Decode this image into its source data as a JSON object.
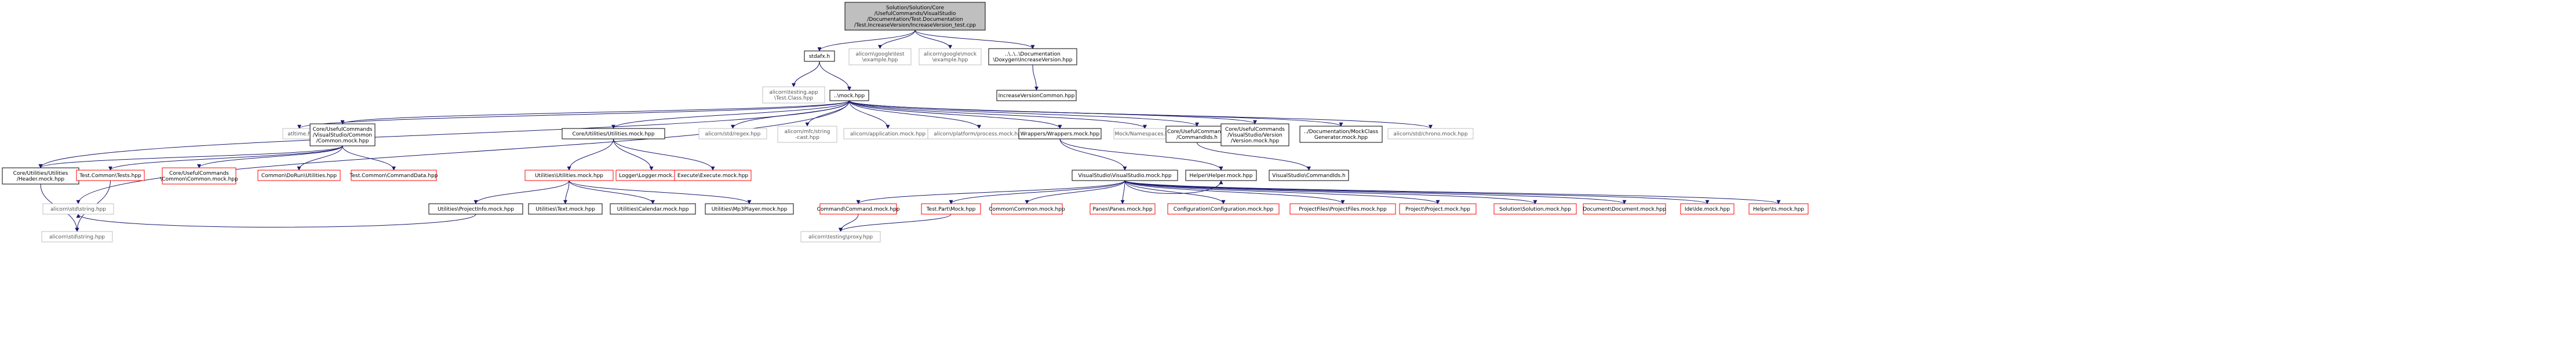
{
  "diagram": {
    "nodes": [
      {
        "id": "root",
        "lines": [
          "Solution/Solution/Core",
          "/UsefulCommands/VisualStudio",
          "/Documentation/Test.Documentation",
          "/Test.IncreaseVersion/IncreaseVersion_test.cpp"
        ],
        "style": "root"
      },
      {
        "id": "stdafx",
        "lines": [
          "stdafx.h"
        ],
        "style": "normal"
      },
      {
        "id": "gtest_example",
        "lines": [
          "alicorn\\google\\test",
          "\\example.hpp"
        ],
        "style": "external"
      },
      {
        "id": "gmock_example",
        "lines": [
          "alicorn\\google\\mock",
          "\\example.hpp"
        ],
        "style": "external"
      },
      {
        "id": "doxygen_incver",
        "lines": [
          "..\\..\\..\\Documentation",
          "\\Doxygen\\IncreaseVersion.hpp"
        ],
        "style": "normal"
      },
      {
        "id": "testing_app",
        "lines": [
          "alicorn\\testing.app",
          "\\Test.Class.hpp"
        ],
        "style": "external"
      },
      {
        "id": "mock_hpp",
        "lines": [
          "..\\mock.hpp"
        ],
        "style": "normal"
      },
      {
        "id": "incver_common",
        "lines": [
          "IncreaseVersionCommon.hpp"
        ],
        "style": "normal"
      },
      {
        "id": "atltime",
        "lines": [
          "atltime.h"
        ],
        "style": "external"
      },
      {
        "id": "common_mock",
        "lines": [
          "Core/UsefulCommands",
          "/VisualStudio/Common",
          "/Common.mock.hpp"
        ],
        "style": "normal"
      },
      {
        "id": "utilities_mock",
        "lines": [
          "Core/Utilities/Utilities.mock.hpp"
        ],
        "style": "normal"
      },
      {
        "id": "std_regex",
        "lines": [
          "alicorn/std/regex.hpp"
        ],
        "style": "external"
      },
      {
        "id": "mfc_string",
        "lines": [
          "alicorn/mfc/string",
          "-cast.hpp"
        ],
        "style": "external"
      },
      {
        "id": "application_mock",
        "lines": [
          "alicorn/application.mock.hpp"
        ],
        "style": "external"
      },
      {
        "id": "platform_process",
        "lines": [
          "alicorn/platform/process.mock.hpp"
        ],
        "style": "external"
      },
      {
        "id": "wrappers_mock",
        "lines": [
          "Wrappers/Wrappers.mock.hpp"
        ],
        "style": "normal"
      },
      {
        "id": "mock_namespaces",
        "lines": [
          "Mock/Namespaces.hpp"
        ],
        "style": "external"
      },
      {
        "id": "commandids",
        "lines": [
          "Core/UsefulCommands",
          "/CommandIds.h"
        ],
        "style": "normal"
      },
      {
        "id": "version_mock",
        "lines": [
          "Core/UsefulCommands",
          "/VisualStudio/Version",
          "/Version.mock.hpp"
        ],
        "style": "normal"
      },
      {
        "id": "mockclass_gen",
        "lines": [
          "../Documentation/MockClass",
          "Generator.mock.hpp"
        ],
        "style": "normal"
      },
      {
        "id": "std_chrono",
        "lines": [
          "alicorn/std/chrono.mock.hpp"
        ],
        "style": "external"
      },
      {
        "id": "header_mock",
        "lines": [
          "Core/Utilities/Utilities",
          "/Header.mock.hpp"
        ],
        "style": "normal"
      },
      {
        "id": "test_common_tests",
        "lines": [
          "Test.Common\\Tests.hpp"
        ],
        "style": "missing"
      },
      {
        "id": "common_common_mock",
        "lines": [
          "Core/UsefulCommands",
          "\\Common\\Common.mock.hpp"
        ],
        "style": "missing"
      },
      {
        "id": "dorun_utilities",
        "lines": [
          "Common\\DoRun\\Utilities.hpp"
        ],
        "style": "missing"
      },
      {
        "id": "test_common_cmddata",
        "lines": [
          "Test.Common\\CommandData.hpp"
        ],
        "style": "missing"
      },
      {
        "id": "utilities_utilities_mock",
        "lines": [
          "Utilities\\Utilities.mock.hpp"
        ],
        "style": "missing"
      },
      {
        "id": "logger_mock",
        "lines": [
          "Logger\\Logger.mock.hpp"
        ],
        "style": "missing"
      },
      {
        "id": "execute_mock",
        "lines": [
          "Execute\\Execute.mock.hpp"
        ],
        "style": "missing"
      },
      {
        "id": "visualstudio_mock",
        "lines": [
          "VisualStudio\\VisualStudio.mock.hpp"
        ],
        "style": "normal"
      },
      {
        "id": "helper_mock",
        "lines": [
          "Helper\\Helper.mock.hpp"
        ],
        "style": "normal"
      },
      {
        "id": "vs_commandids",
        "lines": [
          "VisualStudio\\CommandIds.h"
        ],
        "style": "normal"
      },
      {
        "id": "std_string",
        "lines": [
          "alicorn\\std\\string.hpp"
        ],
        "style": "external"
      },
      {
        "id": "projectinfo_mock",
        "lines": [
          "Utilities\\ProjectInfo.mock.hpp"
        ],
        "style": "normal"
      },
      {
        "id": "text_mock",
        "lines": [
          "Utilities\\Text.mock.hpp"
        ],
        "style": "normal"
      },
      {
        "id": "calendar_mock",
        "lines": [
          "Utilities\\Calendar.mock.hpp"
        ],
        "style": "normal"
      },
      {
        "id": "mp3player_mock",
        "lines": [
          "Utilities\\Mp3Player.mock.hpp"
        ],
        "style": "normal"
      },
      {
        "id": "command_mock",
        "lines": [
          "Command\\Command.mock.hpp"
        ],
        "style": "missing"
      },
      {
        "id": "partmock",
        "lines": [
          "Test.Part\\Mock.hpp"
        ],
        "style": "missing"
      },
      {
        "id": "common_common_mock2",
        "lines": [
          "Common\\Common.mock.hpp"
        ],
        "style": "missing"
      },
      {
        "id": "panes_mock",
        "lines": [
          "Panes\\Panes.mock.hpp"
        ],
        "style": "missing"
      },
      {
        "id": "configuration_mock",
        "lines": [
          "Configuration\\Configuration.mock.hpp"
        ],
        "style": "missing"
      },
      {
        "id": "projectfiles_mock",
        "lines": [
          "ProjectFiles\\ProjectFiles.mock.hpp"
        ],
        "style": "missing"
      },
      {
        "id": "project_mock",
        "lines": [
          "Project\\Project.mock.hpp"
        ],
        "style": "missing"
      },
      {
        "id": "solution_mock",
        "lines": [
          "Solution\\Solution.mock.hpp"
        ],
        "style": "missing"
      },
      {
        "id": "document_mock",
        "lines": [
          "Document\\Document.mock.hpp"
        ],
        "style": "missing"
      },
      {
        "id": "ide_mock",
        "lines": [
          "Ide\\Ide.mock.hpp"
        ],
        "style": "missing"
      },
      {
        "id": "helper_ts_mock",
        "lines": [
          "Helper\\ts.mock.hpp"
        ],
        "style": "missing"
      },
      {
        "id": "std_string_hpp",
        "lines": [
          "alicorn\\std\\string.hpp"
        ],
        "style": "external"
      },
      {
        "id": "testing_proxy",
        "lines": [
          "alicorn\\testing\\proxy.hpp"
        ],
        "style": "external"
      }
    ],
    "edges": [
      [
        "root",
        "stdafx"
      ],
      [
        "root",
        "gtest_example"
      ],
      [
        "root",
        "gmock_example"
      ],
      [
        "root",
        "doxygen_incver"
      ],
      [
        "stdafx",
        "testing_app"
      ],
      [
        "stdafx",
        "mock_hpp"
      ],
      [
        "doxygen_incver",
        "incver_common"
      ],
      [
        "mock_hpp",
        "atltime"
      ],
      [
        "mock_hpp",
        "common_mock"
      ],
      [
        "mock_hpp",
        "utilities_mock"
      ],
      [
        "mock_hpp",
        "std_regex"
      ],
      [
        "mock_hpp",
        "mfc_string"
      ],
      [
        "mock_hpp",
        "application_mock"
      ],
      [
        "mock_hpp",
        "platform_process"
      ],
      [
        "mock_hpp",
        "wrappers_mock"
      ],
      [
        "mock_hpp",
        "mock_namespaces"
      ],
      [
        "mock_hpp",
        "commandids"
      ],
      [
        "mock_hpp",
        "version_mock"
      ],
      [
        "mock_hpp",
        "mockclass_gen"
      ],
      [
        "mock_hpp",
        "std_chrono"
      ],
      [
        "mock_hpp",
        "header_mock"
      ],
      [
        "mock_hpp",
        "std_string"
      ],
      [
        "common_mock",
        "header_mock"
      ],
      [
        "common_mock",
        "test_common_tests"
      ],
      [
        "common_mock",
        "common_common_mock"
      ],
      [
        "common_mock",
        "dorun_utilities"
      ],
      [
        "common_mock",
        "test_common_cmddata"
      ],
      [
        "header_mock",
        "std_string_hpp"
      ],
      [
        "test_common_tests",
        "std_string_hpp"
      ],
      [
        "utilities_mock",
        "utilities_utilities_mock"
      ],
      [
        "utilities_mock",
        "logger_mock"
      ],
      [
        "utilities_mock",
        "execute_mock"
      ],
      [
        "utilities_utilities_mock",
        "projectinfo_mock"
      ],
      [
        "utilities_utilities_mock",
        "text_mock"
      ],
      [
        "utilities_utilities_mock",
        "calendar_mock"
      ],
      [
        "utilities_utilities_mock",
        "mp3player_mock"
      ],
      [
        "projectinfo_mock",
        "std_string"
      ],
      [
        "wrappers_mock",
        "visualstudio_mock"
      ],
      [
        "wrappers_mock",
        "helper_mock"
      ],
      [
        "commandids",
        "vs_commandids"
      ],
      [
        "visualstudio_mock",
        "helper_mock"
      ],
      [
        "visualstudio_mock",
        "command_mock"
      ],
      [
        "visualstudio_mock",
        "partmock"
      ],
      [
        "visualstudio_mock",
        "common_common_mock2"
      ],
      [
        "visualstudio_mock",
        "panes_mock"
      ],
      [
        "visualstudio_mock",
        "configuration_mock"
      ],
      [
        "visualstudio_mock",
        "projectfiles_mock"
      ],
      [
        "visualstudio_mock",
        "project_mock"
      ],
      [
        "visualstudio_mock",
        "solution_mock"
      ],
      [
        "visualstudio_mock",
        "document_mock"
      ],
      [
        "visualstudio_mock",
        "ide_mock"
      ],
      [
        "visualstudio_mock",
        "helper_ts_mock"
      ],
      [
        "command_mock",
        "testing_proxy"
      ],
      [
        "partmock",
        "testing_proxy"
      ]
    ]
  }
}
